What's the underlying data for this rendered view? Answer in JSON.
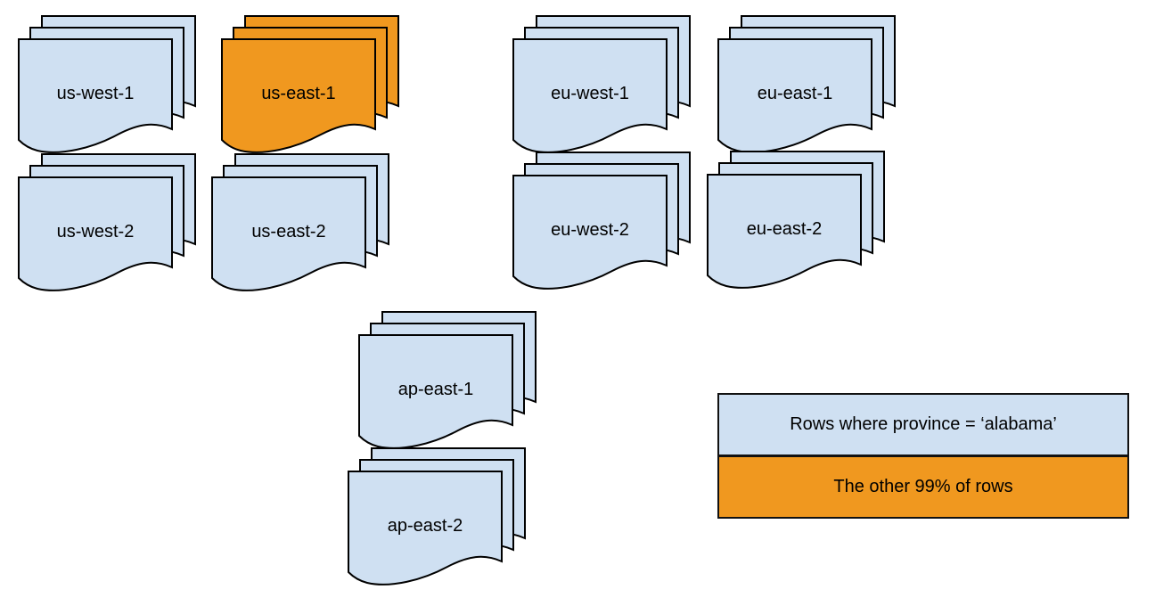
{
  "colors": {
    "region_blue": "#cfe0f2",
    "highlight_orange": "#f0981f",
    "outline": "#000000"
  },
  "stacks": [
    {
      "label": "us-west-1",
      "fill": "#cfe0f2"
    },
    {
      "label": "us-east-1",
      "fill": "#f0981f"
    },
    {
      "label": "eu-west-1",
      "fill": "#cfe0f2"
    },
    {
      "label": "eu-east-1",
      "fill": "#cfe0f2"
    },
    {
      "label": "us-west-2",
      "fill": "#cfe0f2"
    },
    {
      "label": "us-east-2",
      "fill": "#cfe0f2"
    },
    {
      "label": "eu-west-2",
      "fill": "#cfe0f2"
    },
    {
      "label": "eu-east-2",
      "fill": "#cfe0f2"
    },
    {
      "label": "ap-east-1",
      "fill": "#cfe0f2"
    },
    {
      "label": "ap-east-2",
      "fill": "#cfe0f2"
    }
  ],
  "legend": {
    "items": [
      {
        "label": "Rows where province = ‘alabama’",
        "fill": "#cfe0f2"
      },
      {
        "label": "The other 99% of rows",
        "fill": "#f0981f"
      }
    ]
  }
}
